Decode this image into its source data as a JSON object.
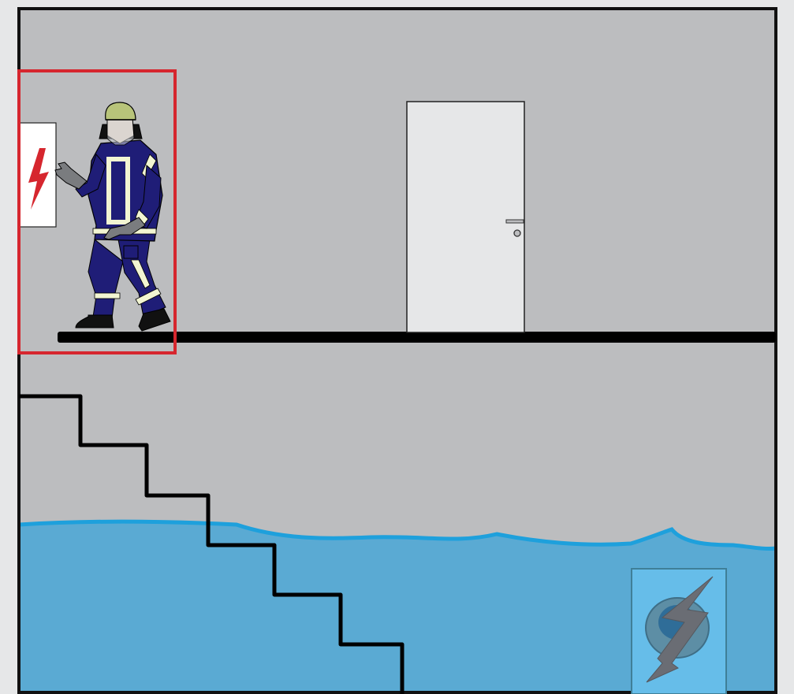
{
  "colors": {
    "page_background": "#e6e7e8",
    "wall": "#bcbdbf",
    "frame": "#111111",
    "floor_slab": "#000000",
    "door": "#e6e7e8",
    "flood_water": "#5aaad3",
    "water_surface": "#1ea0dc",
    "highlight_box": "#d6262e",
    "warning_red": "#d6262e",
    "uniform": "#1f1d77",
    "reflective_stripe": "#f2f5d2",
    "helmet": "#b8c47a",
    "gloves": "#7a7c7f",
    "submerged_panel": "#66bde9"
  },
  "scene": {
    "upper_floor": {
      "firefighter": "firefighter-in-protective-gear",
      "electrical_sign_icon": "high-voltage-lightning-icon",
      "highlight": "red-highlight-frame",
      "door": "closed-door"
    },
    "basement": {
      "stairs": "staircase-down",
      "water": "flood-water",
      "hazard_icon": "submerged-electrical-hazard-icon"
    }
  }
}
